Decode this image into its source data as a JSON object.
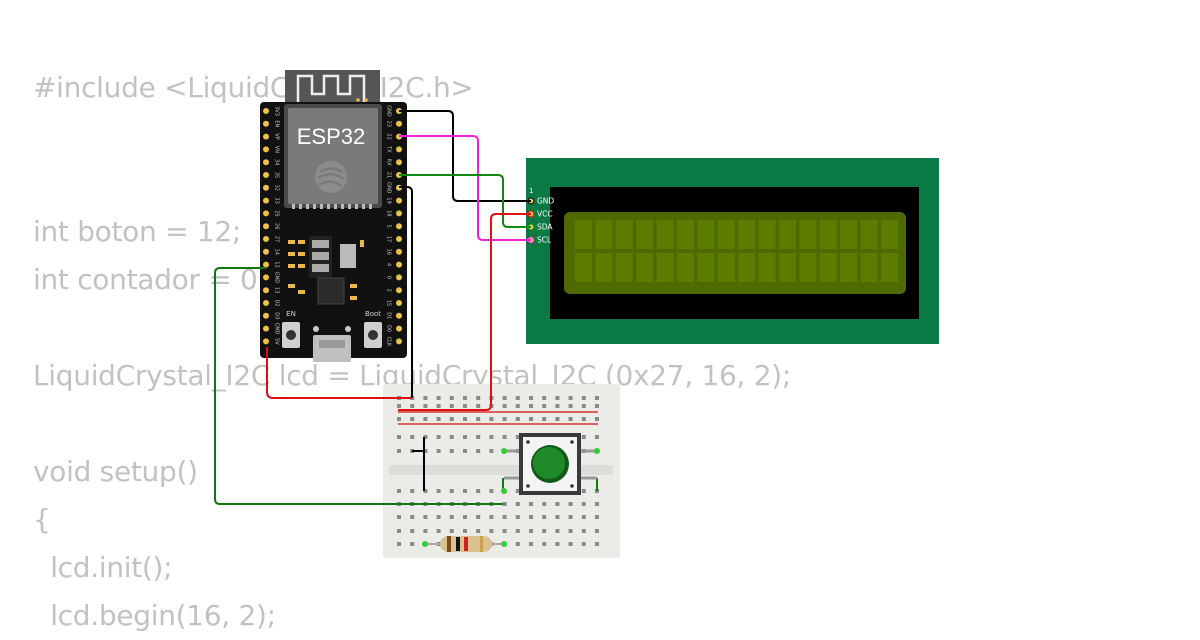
{
  "code": {
    "lines": [
      "#include <LiquidCrystal_I2C.h>",
      "",
      "",
      "int boton = 12;",
      "int contador = 0;",
      "",
      "LiquidCrystal_I2C lcd = LiquidCrystal_I2C (0x27, 16, 2);",
      "",
      "void setup()",
      "{",
      "  lcd.init();",
      "  lcd.begin(16, 2);"
    ]
  },
  "esp32": {
    "title": "ESP32",
    "en_label": "EN",
    "boot_label": "Boot",
    "left_pins": [
      "3V3",
      "EN",
      "VP",
      "VN",
      "34",
      "35",
      "32",
      "33",
      "25",
      "26",
      "27",
      "14",
      "12",
      "GND",
      "13",
      "D2",
      "D3",
      "CMD",
      "5V"
    ],
    "right_pins": [
      "GND",
      "23",
      "22",
      "TX",
      "RX",
      "21",
      "GND",
      "19",
      "18",
      "5",
      "17",
      "16",
      "4",
      "0",
      "2",
      "15",
      "D1",
      "D0",
      "CLK"
    ]
  },
  "lcd": {
    "pin_number": "1",
    "pins": [
      "GND",
      "VCC",
      "SDA",
      "SCL"
    ]
  },
  "colors": {
    "wire_gnd": "#000000",
    "wire_vcc": "#dd1111",
    "wire_sda": "#118811",
    "wire_scl": "#ee22dd",
    "wire_button": "#117711",
    "lcd_board": "#0a7a44",
    "lcd_screen": "#4e6a00",
    "button_cap": "#1f8a2a"
  }
}
